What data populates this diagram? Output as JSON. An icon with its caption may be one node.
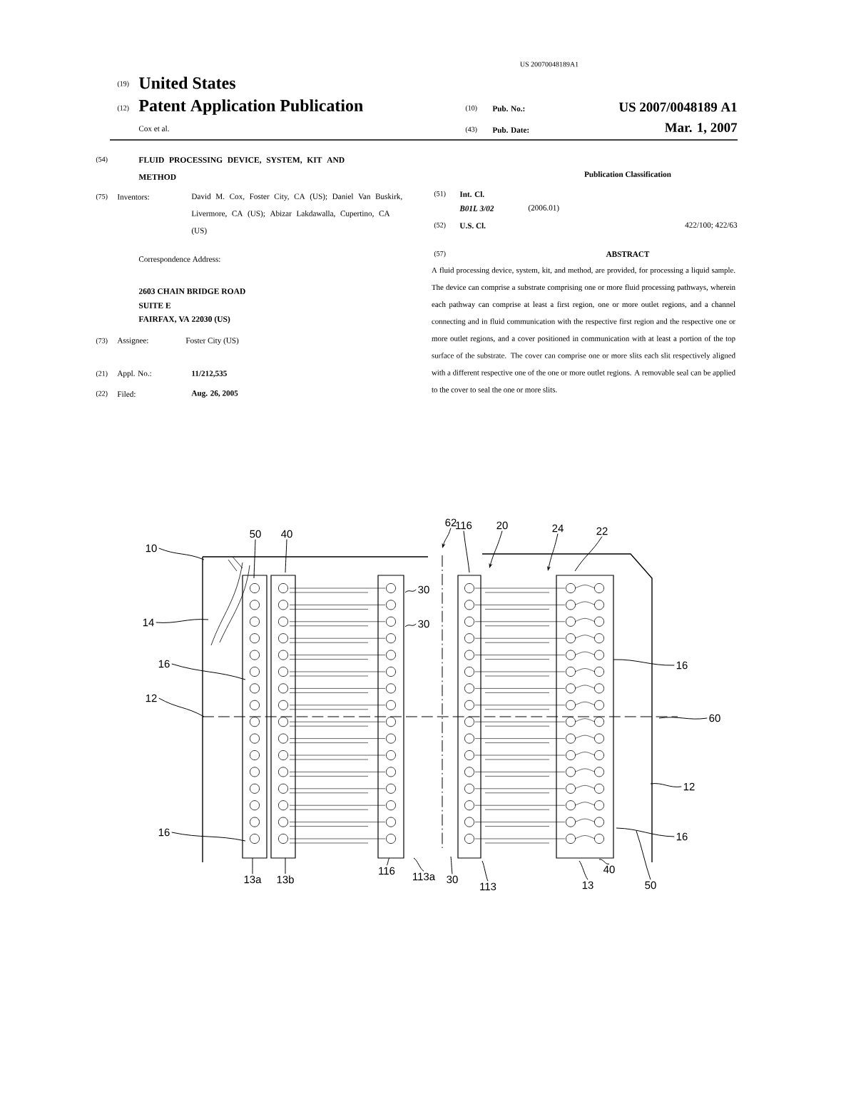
{
  "diagram": {
    "nodes": [
      {
        "text": [
          "50"
        ]
      },
      {
        "text": [
          "40"
        ]
      },
      {
        "text": [
          "10"
        ]
      },
      {
        "text": [
          "14"
        ]
      },
      {
        "text": [
          "16"
        ]
      },
      {
        "text": [
          "12"
        ]
      },
      {
        "text": [
          "16"
        ]
      },
      {
        "text": [
          "30"
        ]
      },
      {
        "text": [
          "30"
        ]
      },
      {
        "text": [
          "62"
        ]
      },
      {
        "text": [
          "116"
        ]
      },
      {
        "text": [
          "20"
        ]
      },
      {
        "text": [
          "24"
        ]
      },
      {
        "text": [
          "22"
        ]
      },
      {
        "text": [
          "16"
        ]
      },
      {
        "text": [
          "60"
        ]
      },
      {
        "text": [
          "12"
        ]
      },
      {
        "text": [
          "16"
        ]
      },
      {
        "text": [
          "13a"
        ]
      },
      {
        "text": [
          "13b"
        ]
      },
      {
        "text": [
          "116"
        ]
      },
      {
        "text": [
          "113a"
        ]
      },
      {
        "text": [
          "30"
        ]
      },
      {
        "text": [
          "113"
        ]
      },
      {
        "text": [
          "13"
        ]
      },
      {
        "text": [
          "40"
        ]
      },
      {
        "text": [
          "50"
        ]
      }
    ],
    "edges": [
      {
        "from": 0,
        "to": null,
        "arrow": "none"
      },
      {
        "from": 1,
        "to": null,
        "arrow": "none"
      },
      {
        "from": 2,
        "to": null,
        "arrow": "none"
      },
      {
        "from": 3,
        "to": null,
        "arrow": "none"
      },
      {
        "from": 4,
        "to": null,
        "arrow": "none"
      },
      {
        "from": 5,
        "to": null,
        "arrow": "none"
      },
      {
        "from": 6,
        "to": null,
        "arrow": "none"
      },
      {
        "from": 7,
        "to": null,
        "arrow": "none"
      },
      {
        "from": 8,
        "to": null,
        "arrow": "none"
      },
      {
        "from": 9,
        "to": null,
        "arrow": "to"
      },
      {
        "from": 10,
        "to": null,
        "arrow": "none"
      },
      {
        "from": 11,
        "to": null,
        "arrow": "to"
      },
      {
        "from": 12,
        "to": null,
        "arrow": "to"
      },
      {
        "from": 13,
        "to": null,
        "arrow": "none"
      },
      {
        "from": 14,
        "to": null,
        "arrow": "none"
      },
      {
        "from": 15,
        "to": null,
        "arrow": "none"
      },
      {
        "from": 16,
        "to": null,
        "arrow": "none"
      },
      {
        "from": 17,
        "to": null,
        "arrow": "none"
      },
      {
        "from": 18,
        "to": null,
        "arrow": "none"
      },
      {
        "from": 19,
        "to": null,
        "arrow": "none"
      },
      {
        "from": 20,
        "to": null,
        "arrow": "none"
      },
      {
        "from": 21,
        "to": null,
        "arrow": "none"
      },
      {
        "from": 22,
        "to": null,
        "arrow": "none"
      },
      {
        "from": 23,
        "to": null,
        "arrow": "none"
      },
      {
        "from": 24,
        "to": null,
        "arrow": "none"
      },
      {
        "from": 25,
        "to": null,
        "arrow": "none"
      },
      {
        "from": 26,
        "to": null,
        "arrow": "none"
      }
    ],
    "labels": [
      "US 20070048189A1",
      "(19)",
      "United States",
      "(12)",
      "Patent Application Publication",
      "Cox et al.",
      "(10)",
      "Pub. No.:",
      "US 2007/0048189 A1",
      "(43)",
      "Pub. Date:",
      "Mar. 1, 2007",
      "(54)",
      "FLUID PROCESSING DEVICE, SYSTEM, KIT AND METHOD",
      "(75)",
      "Inventors:",
      "David M. Cox, Foster City, CA (US); Daniel Van Buskirk, Livermore, CA (US); Abizar Lakdawalla, Cupertino, CA (US)",
      "Correspondence Address:",
      "2603 CHAIN BRIDGE ROAD",
      "SUITE E",
      "FAIRFAX, VA 22030 (US)",
      "(73)",
      "Assignee:",
      "Foster City (US)",
      "(21)",
      "Appl. No.:",
      "11/212,535",
      "(22)",
      "Filed:",
      "Aug. 26, 2005",
      "Publication Classification",
      "(51)",
      "Int. Cl.",
      "B01L 3/02",
      "(2006.01)",
      "(52)",
      "U.S. Cl.",
      "422/100; 422/63",
      "(57)",
      "ABSTRACT",
      "A fluid processing device, system, kit, and method, are provided, for processing a liquid sample. The device can comprise a substrate comprising one or more fluid processing pathways, wherein each pathway can comprise at least a first region, one or more outlet regions, and a channel connecting and in fluid communication with the respective first region and the respective one or more outlet regions, and a cover positioned in communication with at least a portion of the top surface of the substrate. The cover can comprise one or more slits each slit respectively aligned with a different respective one of the one or more outlet regions. A removable seal can be applied to the cover to seal the one or more slits."
    ]
  }
}
